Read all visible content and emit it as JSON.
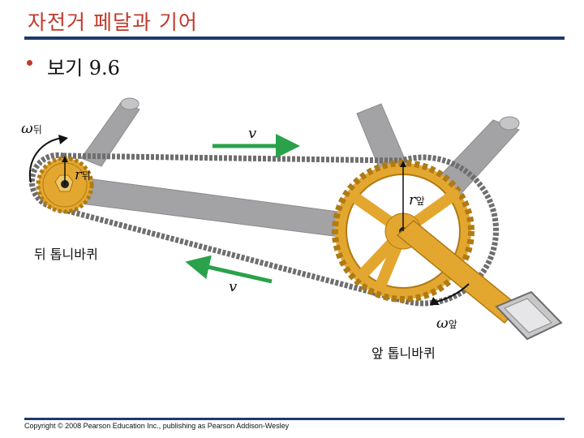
{
  "title": "자전거 페달과 기어",
  "bullet": "보기 9.6",
  "labels": {
    "omega_symbol": "ω",
    "rear_sub": "뒤",
    "r_symbol": "r",
    "front_sub": "앞",
    "v_symbol": "v",
    "rear_sprocket": "뒤 톱니바퀴",
    "front_sprocket": "앞 톱니바퀴"
  },
  "footer": {
    "copyright": "Copyright © 2008 Pearson Education Inc., publishing as Pearson Addison-Wesley"
  },
  "colors": {
    "title": "#c0392b",
    "rule": "#1f3a6b",
    "frame": "#a3a3a5",
    "gear": "#e3a72f",
    "chain": "#6e6e6e",
    "arrow": "#2aa24a"
  }
}
